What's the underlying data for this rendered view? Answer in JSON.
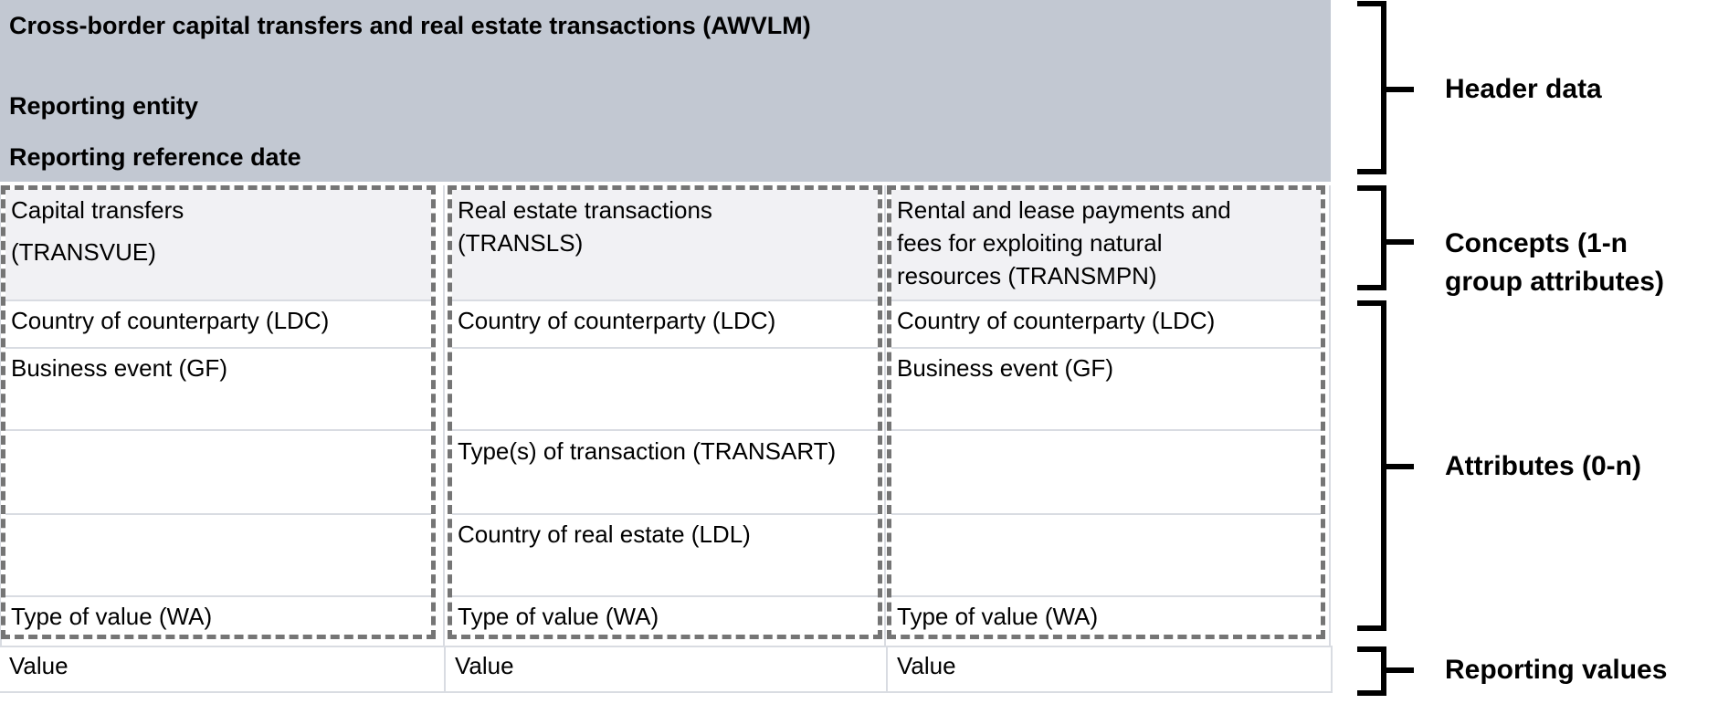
{
  "header": {
    "title": "Cross-border capital transfers and real estate transactions (AWVLM)",
    "reporting_entity_label": "Reporting entity",
    "reporting_reference_date_label": "Reporting reference date"
  },
  "concepts": [
    {
      "lines": [
        "Capital transfers",
        "(TRANSVUE)"
      ]
    },
    {
      "lines": [
        "Real estate transactions",
        "(TRANSLS)"
      ]
    },
    {
      "lines": [
        "Rental and lease payments and",
        "fees for exploiting natural",
        "resources (TRANSMPN)"
      ]
    }
  ],
  "attribute_rows": [
    {
      "cells": [
        "Country of counterparty (LDC)",
        "Country of counterparty (LDC)",
        "Country of counterparty (LDC)"
      ]
    },
    {
      "cells": [
        "Business event (GF)",
        "",
        "Business event (GF)"
      ]
    },
    {
      "cells": [
        "",
        "Type(s) of transaction (TRANSART)",
        ""
      ]
    },
    {
      "cells": [
        "",
        "Country of real estate (LDL)",
        ""
      ]
    },
    {
      "cells": [
        "Type of value (WA)",
        "Type of value (WA)",
        "Type of value (WA)"
      ]
    }
  ],
  "value_row": {
    "cells": [
      "Value",
      "Value",
      "Value"
    ]
  },
  "annotations": {
    "header_label": "Header data",
    "concepts_label_lines": [
      "Concepts (1-n",
      "group attributes)"
    ],
    "attributes_label": "Attributes (0-n)",
    "reporting_values_label": "Reporting values"
  },
  "colors": {
    "header_bg": "#c2c8d2",
    "concept_bg": "#f1f1f4",
    "dashed_border": "#757575",
    "grid_line": "#d9dce2",
    "bracket": "#000000"
  }
}
